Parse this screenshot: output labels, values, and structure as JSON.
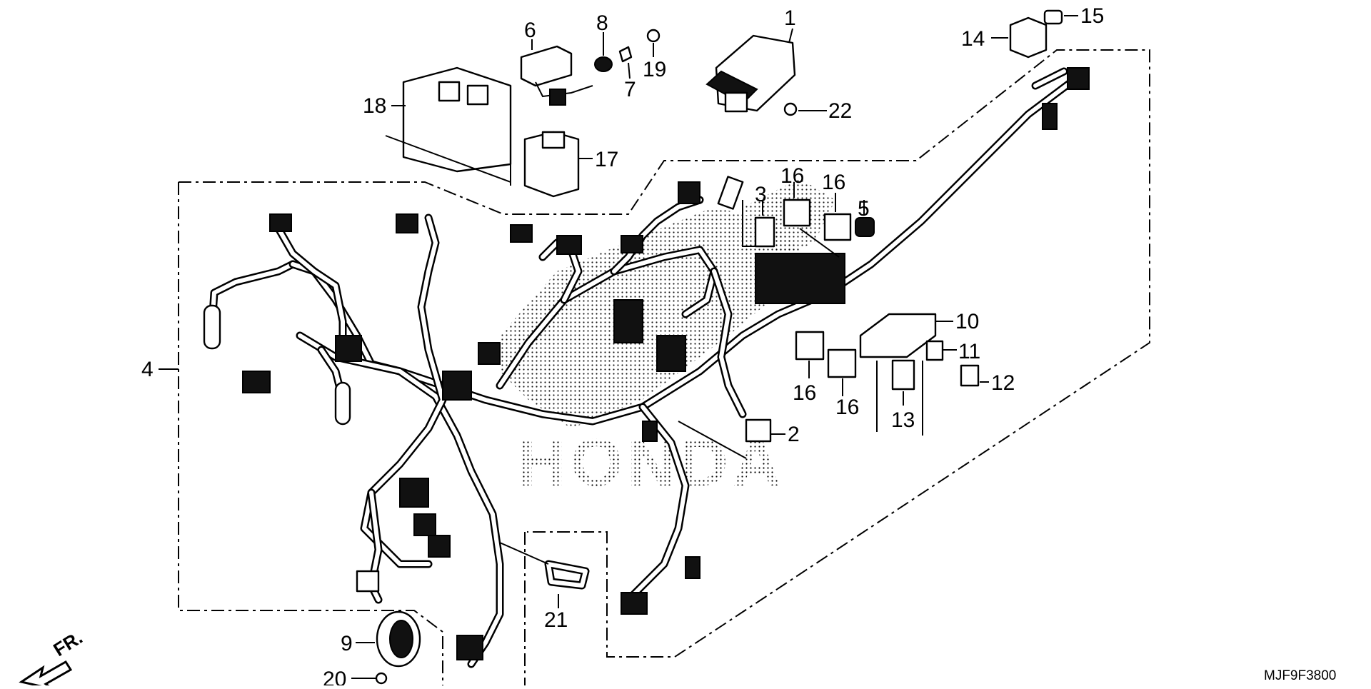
{
  "diagram": {
    "code": "MJF9F3800",
    "front_label": "FR.",
    "watermark": "HONDA",
    "callouts": [
      {
        "id": "c1",
        "label": "1"
      },
      {
        "id": "c2",
        "label": "2"
      },
      {
        "id": "c3",
        "label": "3"
      },
      {
        "id": "c4",
        "label": "4"
      },
      {
        "id": "c5",
        "label": "5"
      },
      {
        "id": "c6",
        "label": "6"
      },
      {
        "id": "c7",
        "label": "7"
      },
      {
        "id": "c8",
        "label": "8"
      },
      {
        "id": "c9",
        "label": "9"
      },
      {
        "id": "c10",
        "label": "10"
      },
      {
        "id": "c11",
        "label": "11"
      },
      {
        "id": "c12",
        "label": "12"
      },
      {
        "id": "c13",
        "label": "13"
      },
      {
        "id": "c14",
        "label": "14"
      },
      {
        "id": "c15",
        "label": "15"
      },
      {
        "id": "c16a",
        "label": "16"
      },
      {
        "id": "c16b",
        "label": "16"
      },
      {
        "id": "c16c",
        "label": "16"
      },
      {
        "id": "c16d",
        "label": "16"
      },
      {
        "id": "c17",
        "label": "17"
      },
      {
        "id": "c18",
        "label": "18"
      },
      {
        "id": "c19",
        "label": "19"
      },
      {
        "id": "c20",
        "label": "20"
      },
      {
        "id": "c21",
        "label": "21"
      },
      {
        "id": "c22",
        "label": "22"
      }
    ]
  }
}
